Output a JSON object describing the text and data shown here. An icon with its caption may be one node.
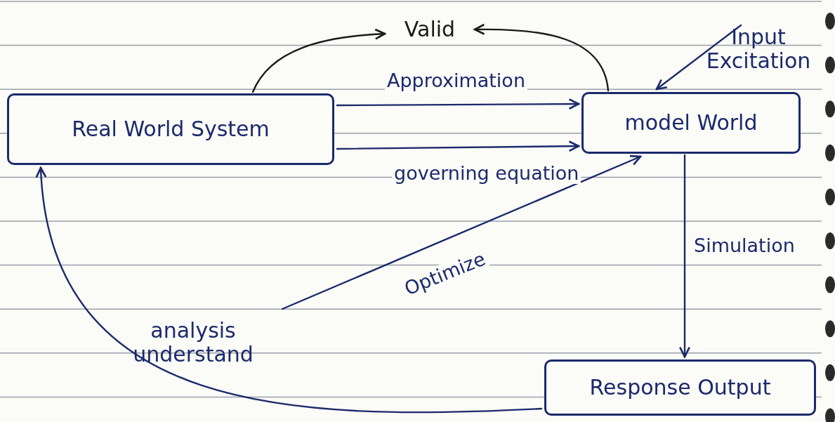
{
  "diagram": {
    "nodes": [
      {
        "text": [
          "Real World System"
        ]
      },
      {
        "text": [
          "Valid"
        ]
      },
      {
        "text": [
          "model World"
        ]
      },
      {
        "text": [
          "Input Excitation"
        ]
      },
      {
        "text": [
          "Response Output"
        ]
      },
      {
        "text": [
          "analysis understand"
        ]
      }
    ],
    "edges": [
      {
        "from": 0,
        "to": 1,
        "arrow": "to",
        "color": "#1a1a1a"
      },
      {
        "from": 2,
        "to": 1,
        "arrow": "to",
        "color": "#1a1a1a"
      },
      {
        "from": 0,
        "to": 2,
        "arrow": "to",
        "label": "Approximation"
      },
      {
        "from": 0,
        "to": 2,
        "arrow": "to",
        "label": "governing equation"
      },
      {
        "from": 3,
        "to": 2,
        "arrow": "to"
      },
      {
        "from": 2,
        "to": 4,
        "arrow": "to",
        "label": "Simulation"
      },
      {
        "from": 5,
        "to": 2,
        "arrow": "to",
        "label": "Optimize"
      },
      {
        "from": 4,
        "to": 0,
        "arrow": "to"
      }
    ]
  }
}
